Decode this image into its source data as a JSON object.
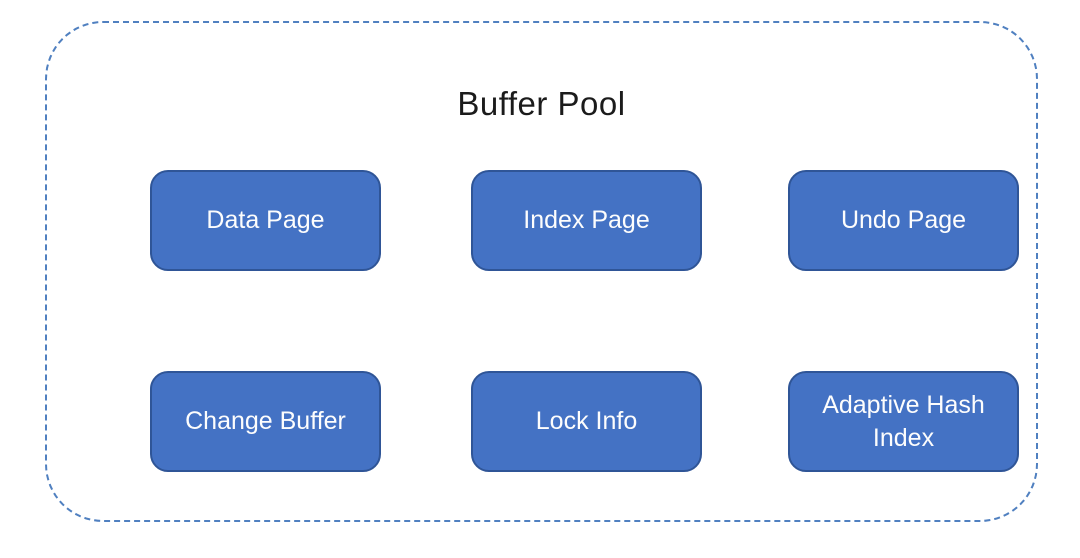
{
  "diagram": {
    "title": "Buffer Pool",
    "boxes": [
      {
        "label": "Data Page"
      },
      {
        "label": "Index Page"
      },
      {
        "label": "Undo Page"
      },
      {
        "label": "Change Buffer"
      },
      {
        "label": "Lock Info"
      },
      {
        "label": "Adaptive Hash Index"
      }
    ],
    "colors": {
      "box_fill": "#4472c4",
      "box_border": "#2f5597",
      "box_text": "#fdfdfd",
      "container_border": "#5080c0",
      "title_text": "#1b1b1b"
    }
  }
}
